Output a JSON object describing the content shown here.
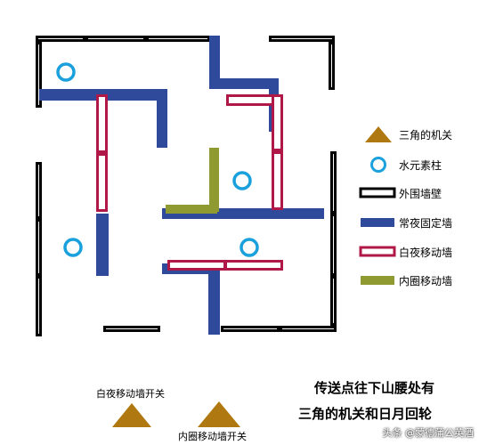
{
  "colors": {
    "outer": "#000000",
    "fixed": "#2f4a9a",
    "red": "#b01848",
    "olive": "#8f9a30",
    "pillar": "#1aa0dc",
    "triangle": "#b07810"
  },
  "legend": {
    "items": [
      {
        "label": "三角的机关",
        "symbol": "triangle"
      },
      {
        "label": "水元素柱",
        "symbol": "pillar"
      },
      {
        "label": "外围墙壁",
        "symbol": "outer"
      },
      {
        "label": "常夜固定墙",
        "symbol": "fixed"
      },
      {
        "label": "白夜移动墙",
        "symbol": "red"
      },
      {
        "label": "内圈移动墙",
        "symbol": "olive"
      }
    ]
  },
  "caption": {
    "line1": "传送点往下山腰处有",
    "line2": "三角的机关和日月回轮"
  },
  "switches": {
    "day_night": "白夜移动墙开关",
    "inner": "内圈移动墙开关"
  },
  "watermark": "头条 @蒙德蒲公英酒"
}
